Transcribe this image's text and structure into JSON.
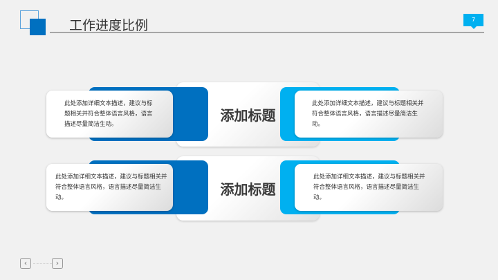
{
  "header": {
    "title": "工作进度比例",
    "page_number": "7"
  },
  "rows": [
    {
      "center_title": "添加标题",
      "left_text": "此处添加详细文本描述，建议与标题相关并符合整体语言风格，语言描述尽量简洁生动。",
      "right_text": "此处添加详细文本描述，建议与标题相关并符合整体语言风格，语言描述尽量简洁生动。"
    },
    {
      "center_title": "添加标题",
      "left_text": "此处添加详细文本描述，建议与标题相关并符合整体语言风格，语言描述尽量简洁生动。",
      "right_text": "此处添加详细文本描述，建议与标题相关并符合整体语言风格，语言描述尽量简洁生动。"
    }
  ],
  "nav": {
    "prev": "‹",
    "next": "›"
  },
  "colors": {
    "dark_blue": "#0070c0",
    "light_blue": "#00b0f0"
  }
}
